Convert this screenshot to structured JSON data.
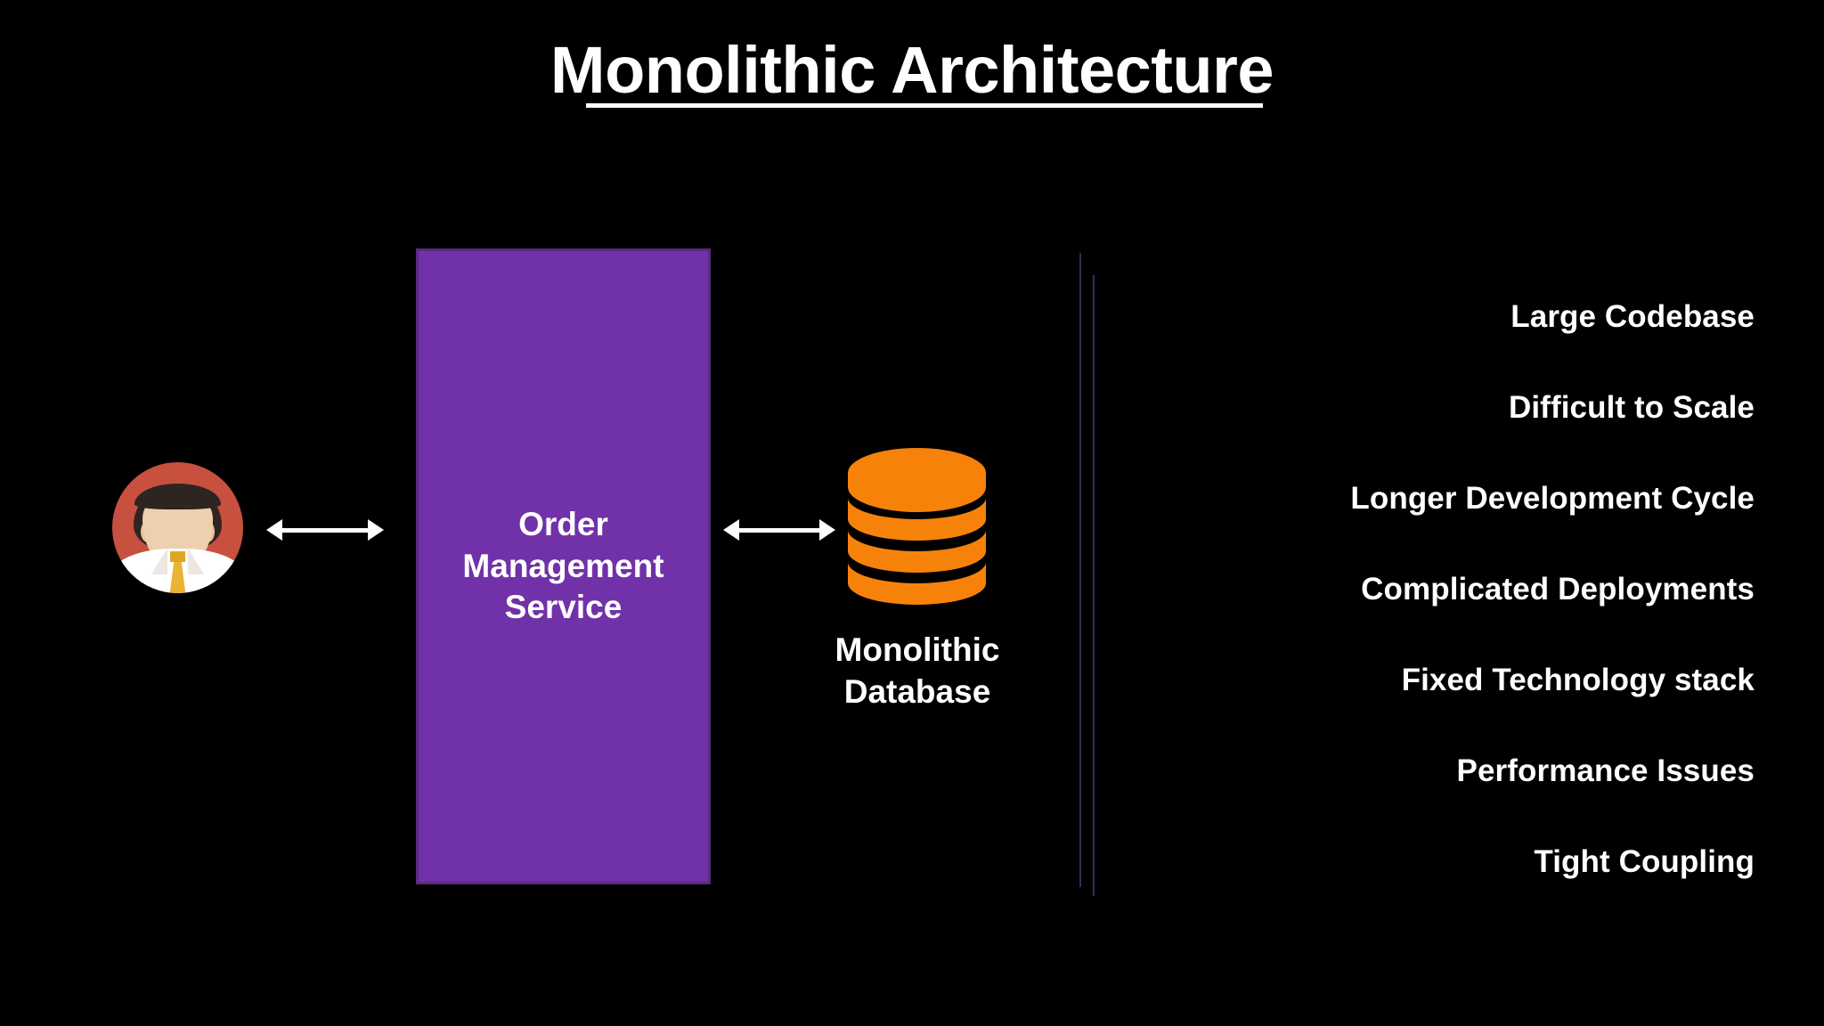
{
  "slide": {
    "background_color": "#000000",
    "title": "Monolithic Architecture"
  },
  "diagram": {
    "actor": {
      "name": "user-avatar",
      "circle_color": "#c8503f",
      "tie_color": "#e8b431"
    },
    "flows": [
      {
        "name": "user-to-service",
        "kind": "bidirectional-arrow",
        "color": "#ffffff"
      },
      {
        "name": "service-to-database",
        "kind": "bidirectional-arrow",
        "color": "#ffffff"
      }
    ],
    "monolith": {
      "label": "Order\nManagement\nService",
      "fill_color": "#7131a8",
      "border_color": "#5a2a80",
      "text_color": "#ffffff"
    },
    "database": {
      "label": "Monolithic\nDatabase",
      "icon": "database-cylinder-icon",
      "fill_color": "#f7820a",
      "text_color": "#ffffff"
    }
  },
  "drawbacks": {
    "items": [
      "Large Codebase",
      "Difficult to Scale",
      "Longer Development Cycle",
      "Complicated Deployments",
      "Fixed Technology stack",
      "Performance Issues",
      "Tight Coupling"
    ]
  }
}
